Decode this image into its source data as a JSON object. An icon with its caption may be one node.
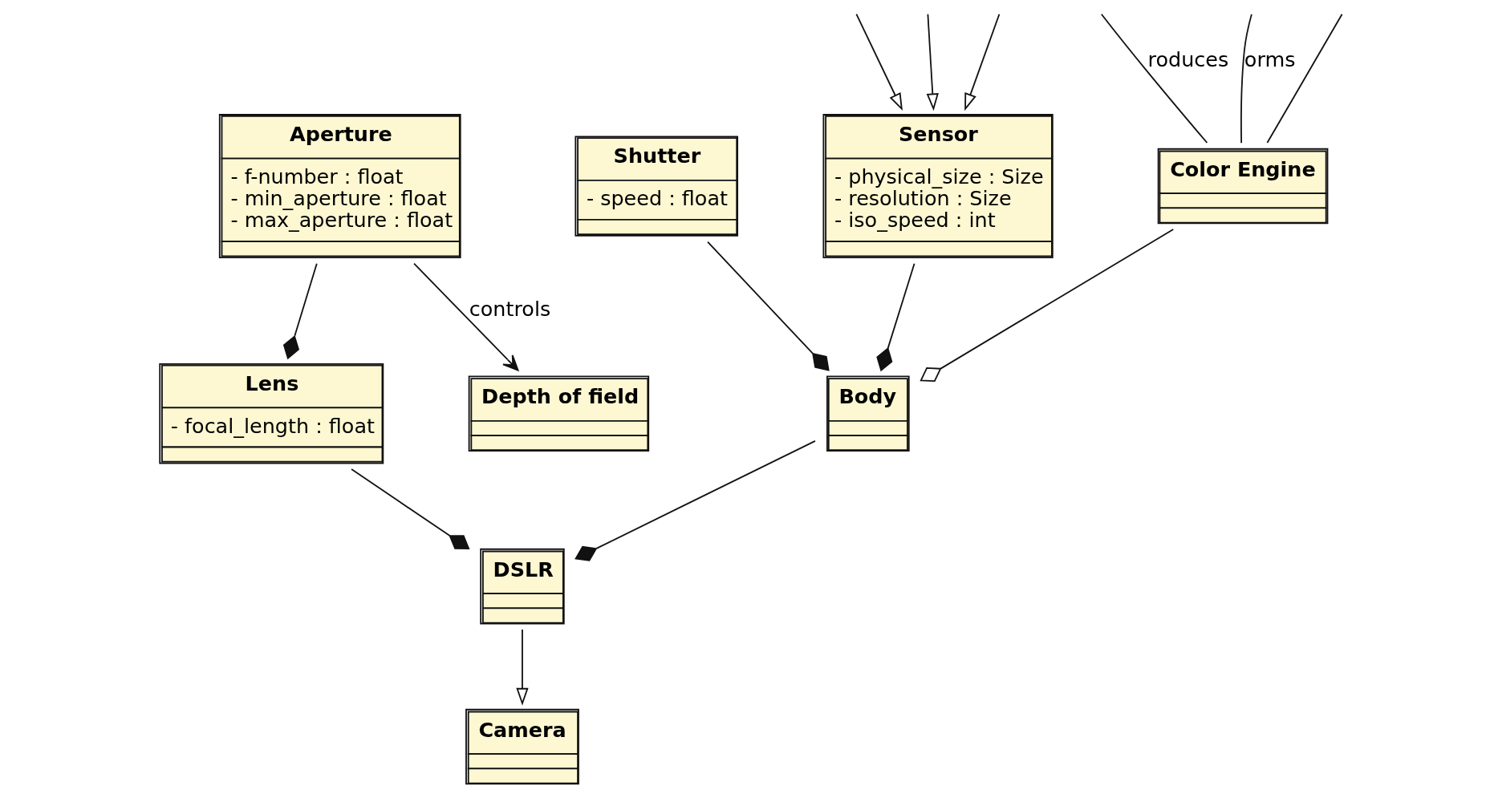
{
  "diagram": {
    "nodes": [
      {
        "text": [
          "Camera"
        ]
      },
      {
        "text": [
          "Lens",
          "- focal_length : float"
        ]
      },
      {
        "text": [
          "Aperture",
          "- f-number : float",
          "- min_aperture : float",
          "- max_aperture : float"
        ]
      },
      {
        "text": [
          "DSLR"
        ]
      },
      {
        "text": [
          "Shutter",
          "- speed : float"
        ]
      },
      {
        "text": [
          "Depth of field"
        ]
      },
      {
        "text": [
          "Body"
        ]
      },
      {
        "text": [
          "Sensor",
          "- physical_size : Size",
          "- resolution : Size",
          "- iso_speed : int"
        ]
      },
      {
        "text": [
          "Color Engine"
        ]
      }
    ],
    "edges": [
      {
        "from": 3,
        "to": 0,
        "arrow": "to"
      },
      {
        "from": 1,
        "to": 3,
        "arrow": "other"
      },
      {
        "from": 2,
        "to": 1,
        "arrow": "other"
      },
      {
        "from": 2,
        "to": 5,
        "arrow": "to",
        "label": "controls"
      },
      {
        "from": 6,
        "to": 3,
        "arrow": "other"
      },
      {
        "from": 4,
        "to": 6,
        "arrow": "other"
      },
      {
        "from": 7,
        "to": 6,
        "arrow": "other"
      },
      {
        "from": 8,
        "to": 6,
        "arrow": "other"
      },
      {
        "from": null,
        "to": 8,
        "arrow": "none",
        "label": "roduces"
      },
      {
        "from": null,
        "to": 8,
        "arrow": "none",
        "label": "orms"
      },
      {
        "from": null,
        "to": 8,
        "arrow": "none"
      },
      {
        "from": null,
        "to": 7,
        "arrow": "to"
      },
      {
        "from": null,
        "to": 7,
        "arrow": "to"
      },
      {
        "from": null,
        "to": 7,
        "arrow": "to"
      }
    ]
  }
}
